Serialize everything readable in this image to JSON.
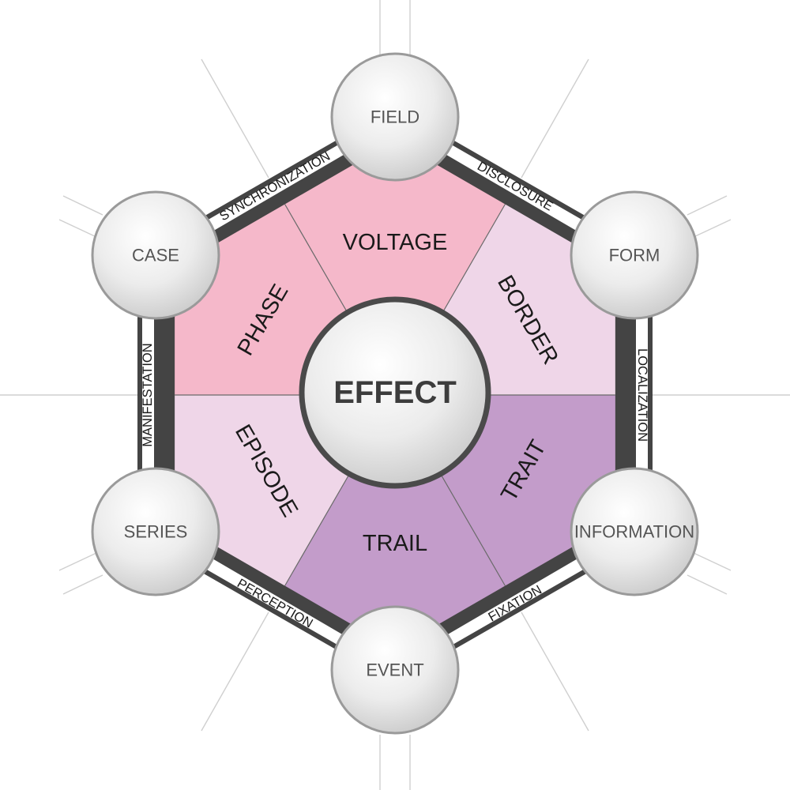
{
  "center": {
    "label": "EFFECT"
  },
  "nodes": [
    {
      "id": "field",
      "label": "FIELD"
    },
    {
      "id": "form",
      "label": "FORM"
    },
    {
      "id": "information",
      "label": "INFORMATION"
    },
    {
      "id": "event",
      "label": "EVENT"
    },
    {
      "id": "series",
      "label": "SERIES"
    },
    {
      "id": "case",
      "label": "CASE"
    }
  ],
  "segments": [
    {
      "label": "VOLTAGE",
      "color": "#f5b8ca"
    },
    {
      "label": "BORDER",
      "color": "#efd6e8"
    },
    {
      "label": "TRAIT",
      "color": "#c39cca"
    },
    {
      "label": "TRAIL",
      "color": "#c39cca"
    },
    {
      "label": "EPISODE",
      "color": "#efd6e8"
    },
    {
      "label": "PHASE",
      "color": "#f5b8ca"
    }
  ],
  "edges": [
    {
      "label": "DISCLOSURE"
    },
    {
      "label": "LOCALIZATION"
    },
    {
      "label": "FIXATION"
    },
    {
      "label": "PERCEPTION"
    },
    {
      "label": "MANIFESTATION"
    },
    {
      "label": "SYNCHRONIZATION"
    }
  ]
}
